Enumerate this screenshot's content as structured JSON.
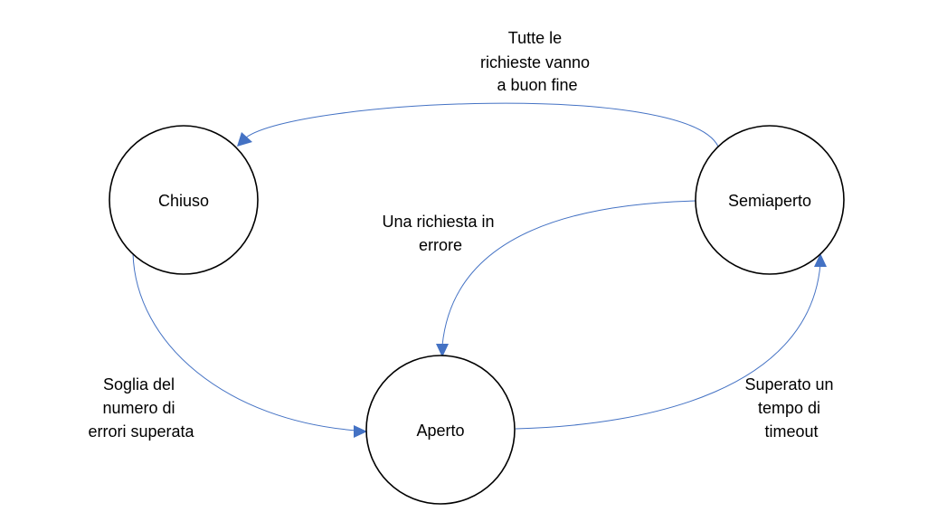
{
  "states": {
    "closed": "Chiuso",
    "half_open": "Semiaperto",
    "open": "Aperto"
  },
  "transitions": {
    "half_open_to_closed": [
      "Tutte le",
      "richieste vanno",
      "a buon fine"
    ],
    "half_open_to_open": [
      "Una richiesta in",
      "errore"
    ],
    "closed_to_open": [
      "Soglia del",
      "numero di",
      "errori superata"
    ],
    "open_to_half_open": [
      "Superato un",
      "tempo di",
      "timeout"
    ]
  },
  "colors": {
    "edge": "#4472C4",
    "node_stroke": "#000000"
  }
}
